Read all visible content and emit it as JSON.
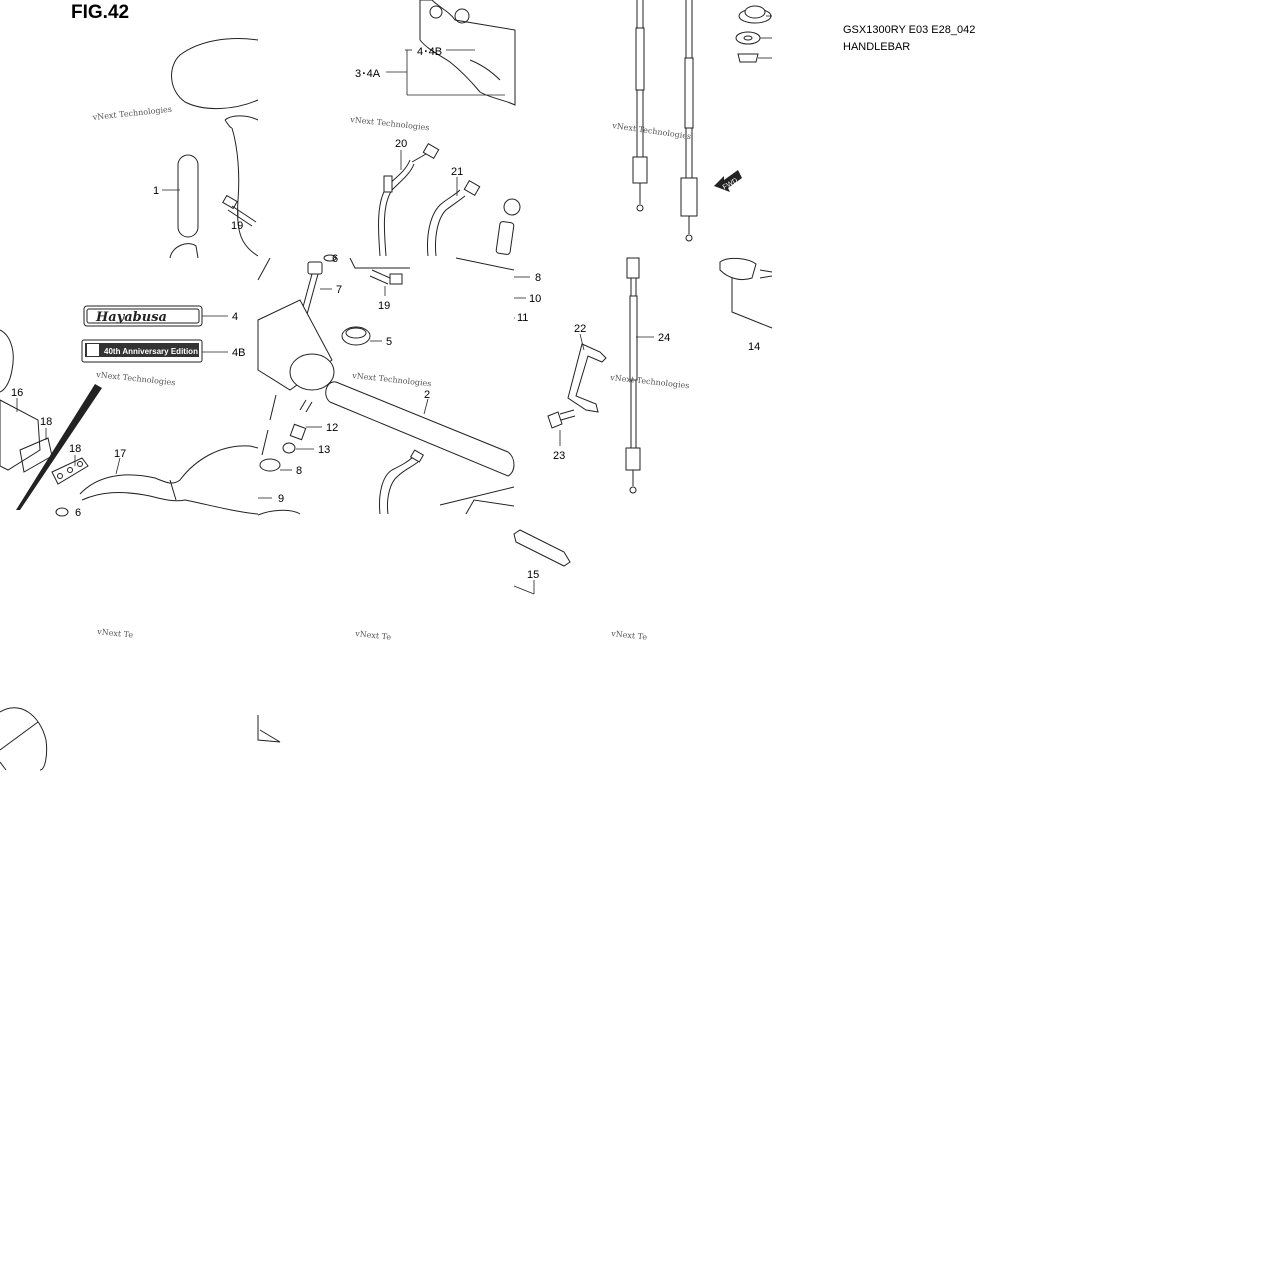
{
  "header": {
    "figure": "FIG.42",
    "model_code": "GSX1300RY E03 E28_042",
    "section": "HANDLEBAR"
  },
  "callouts": {
    "c1": "1",
    "c2": "2",
    "c3_4a": "3･4A",
    "c4_4b": "4･4B",
    "c4": "4",
    "c4b": "4B",
    "c5": "5",
    "c6a": "6",
    "c6b": "6",
    "c7": "7",
    "c8a": "8",
    "c8b": "8",
    "c9": "9",
    "c10": "10",
    "c11": "11",
    "c12": "12",
    "c13": "13",
    "c14": "14",
    "c15": "15",
    "c16": "16",
    "c17": "17",
    "c18a": "18",
    "c18b": "18",
    "c19a": "19",
    "c19b": "19",
    "c20": "20",
    "c21": "21",
    "c22": "22",
    "c23": "23",
    "c24": "24"
  },
  "emblems": {
    "hayabusa_script": "Hayabusa",
    "anniversary": "40th Anniversary Edition"
  },
  "watermark": {
    "line1": "vNext Technologies",
    "short": "vNext Te"
  },
  "direction_arrow": "FWD"
}
